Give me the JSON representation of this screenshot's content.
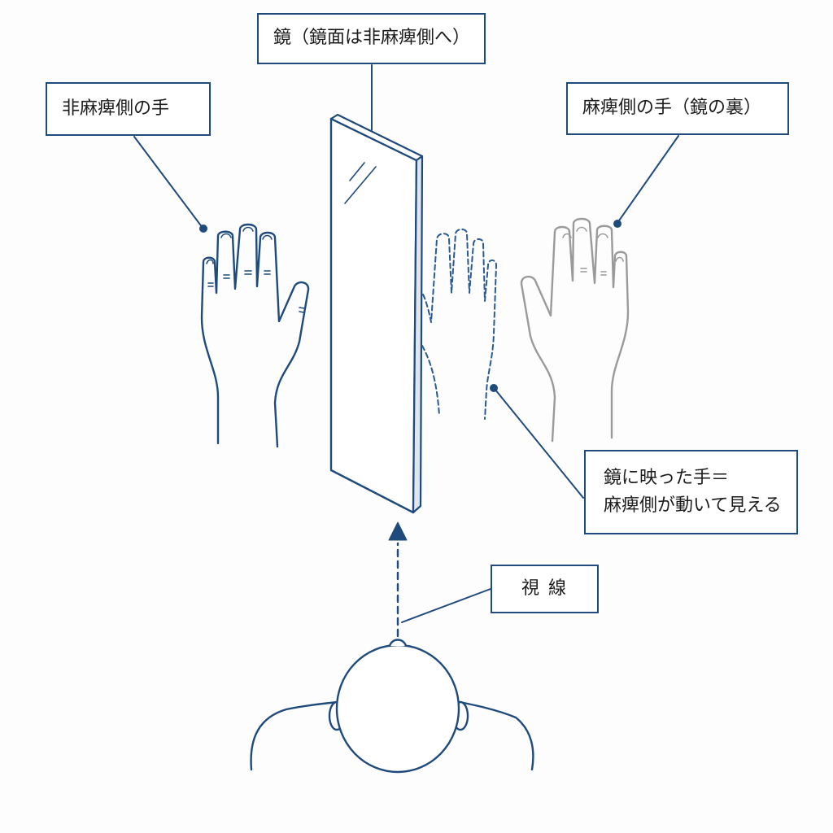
{
  "labels": {
    "mirror": "鏡（鏡面は非麻痺側へ）",
    "unaffected_hand": "非麻痺側の手",
    "affected_hand": "麻痺側の手（鏡の裏）",
    "reflection_line1": "鏡に映った手＝",
    "reflection_line2": "麻痺側が動いて見える",
    "gaze": "視 線"
  },
  "colors": {
    "primary": "#1f4a7c",
    "hidden_hand": "#9a9a9a",
    "reflection": "#2a5a92",
    "mirror_edge": "#dfe6ee"
  },
  "icons": {
    "arrow": "arrow-up-icon"
  }
}
